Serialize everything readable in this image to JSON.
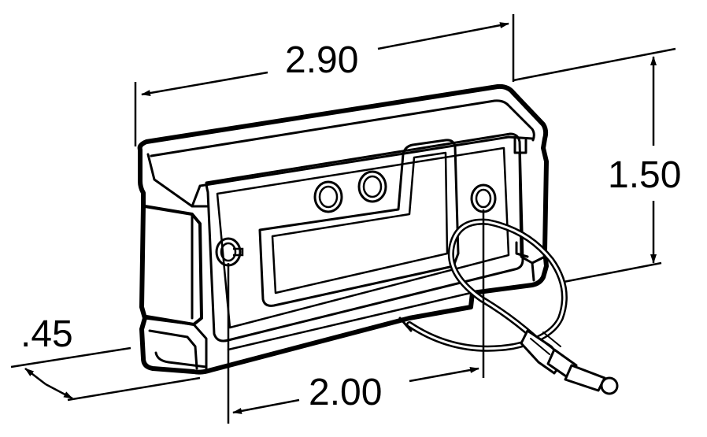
{
  "dimensions": {
    "width_label": "2.90",
    "height_label": "1.50",
    "depth_label": ".45",
    "hole_spacing_label": "2.00"
  },
  "colors": {
    "line": "#000000",
    "background": "#ffffff"
  }
}
